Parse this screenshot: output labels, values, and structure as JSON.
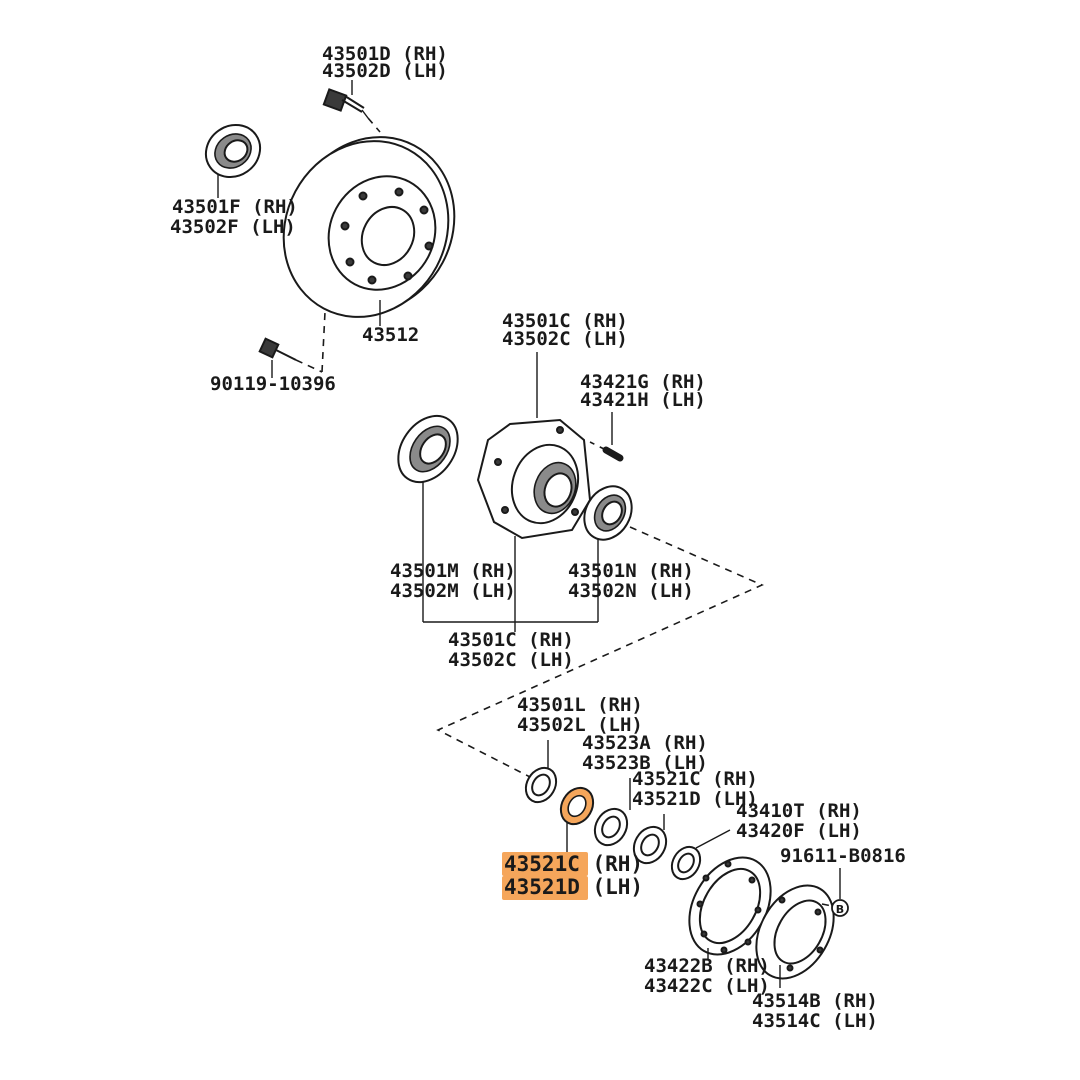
{
  "highlight_color": "#f5a65b",
  "labels": {
    "hub_bolt": [
      "43501D (RH)",
      "43502D (LH)"
    ],
    "oil_seal_upper": [
      "43501F (RH)",
      "43502F (LH)"
    ],
    "disc": "43512",
    "disc_screw": "90119-10396",
    "hub_top": [
      "43501C (RH)",
      "43502C (LH)"
    ],
    "hub_stud": [
      "43421G (RH)",
      "43421H (LH)"
    ],
    "bearing_left": [
      "43501M (RH)",
      "43502M (LH)"
    ],
    "bearing_right": [
      "43501N (RH)",
      "43502N (LH)"
    ],
    "hub_bottom": [
      "43501C (RH)",
      "43502C (LH)"
    ],
    "bearing_inner": [
      "43501L (RH)",
      "43502L (LH)"
    ],
    "lock_washer": [
      "43523A (RH)",
      "43523B (LH)"
    ],
    "nut_right": [
      "43521C (RH)",
      "43521D (LH)"
    ],
    "snap_ring": [
      "43410T (RH)",
      "43420F (LH)"
    ],
    "nut_highlighted": [
      "43521C (RH)",
      "43521D (LH)"
    ],
    "bolt_b": "91611-B0816",
    "bolt_b_symbol": "B",
    "gasket": [
      "43422B (RH)",
      "43422C (LH)"
    ],
    "hub_cap": [
      "43514B (RH)",
      "43514C (LH)"
    ]
  }
}
